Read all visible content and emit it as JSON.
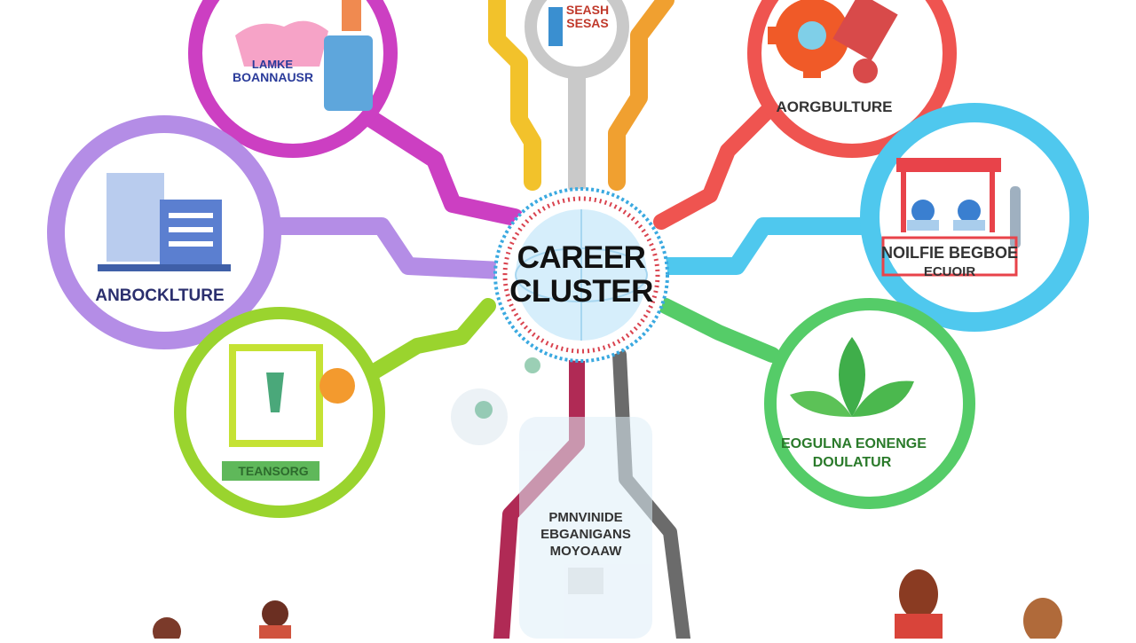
{
  "center": {
    "title_line1": "CAREER",
    "title_line2": "CLUSTER"
  },
  "nodes": [
    {
      "id": "top-left",
      "color": "#cc3fc2",
      "lines": [
        "LAMKE",
        "BOANNAUSR"
      ],
      "text_color": "#2a3b9a"
    },
    {
      "id": "top-center",
      "color": "#bfbfbf",
      "lines": [
        "SEASH",
        "SESAS"
      ],
      "text_color": "#c0392b"
    },
    {
      "id": "top-right",
      "color": "#ef5450",
      "lines": [
        "AORGBULTURE"
      ],
      "text_color": "#333333"
    },
    {
      "id": "left",
      "color": "#b48de6",
      "lines": [
        "ANBOCKLTURE"
      ],
      "text_color": "#2b2f6e"
    },
    {
      "id": "right",
      "color": "#4fc8ee",
      "lines": [
        "NOILFIE BEGBOE",
        "ECUOIR"
      ],
      "text_color": "#333333"
    },
    {
      "id": "bottom-left",
      "color": "#9ad42e",
      "lines": [
        "TEANSORG"
      ],
      "text_color": "#2d6b2d"
    },
    {
      "id": "bottom-right",
      "color": "#55cc68",
      "lines": [
        "EOGULNA EONENGE",
        "DOULATUR"
      ],
      "text_color": "#2a7a2a"
    },
    {
      "id": "bottom-center",
      "color": "#6b6b6b",
      "lines": [
        "PMNVINIDE",
        "EBGANIGANS",
        "MOYOAAW"
      ],
      "text_color": "#333333"
    }
  ],
  "colors": {
    "yellow_branch": "#f2c22b",
    "orange_branch": "#f0a030",
    "maroon_branch": "#b02a55",
    "hub_ring": "#3aa9e0"
  }
}
